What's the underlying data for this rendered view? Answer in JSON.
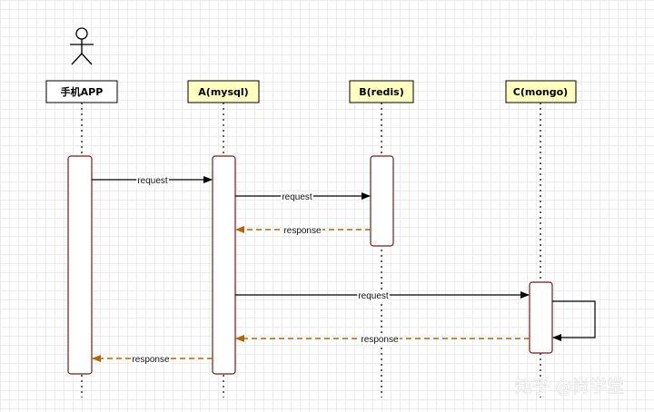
{
  "participants": [
    {
      "id": "app",
      "label": "手机APP",
      "fill": "#ffffff"
    },
    {
      "id": "a",
      "label": "A(mysql)",
      "fill": "#ffffc0"
    },
    {
      "id": "b",
      "label": "B(redis)",
      "fill": "#ffffc0"
    },
    {
      "id": "c",
      "label": "C(mongo)",
      "fill": "#ffffc0"
    }
  ],
  "messages": [
    {
      "id": "m1",
      "label": "request",
      "kind": "call"
    },
    {
      "id": "m2",
      "label": "request",
      "kind": "call"
    },
    {
      "id": "m3",
      "label": "response",
      "kind": "return"
    },
    {
      "id": "m4",
      "label": "request",
      "kind": "call"
    },
    {
      "id": "m5",
      "label": "response",
      "kind": "return"
    },
    {
      "id": "m6",
      "label": "response",
      "kind": "return"
    }
  ],
  "colors": {
    "call_line": "#000000",
    "return_line": "#b46504",
    "activation_border": "#6d1f1f",
    "lifeline": "#000000"
  },
  "watermark": {
    "text": "知乎 @尚学堂"
  }
}
